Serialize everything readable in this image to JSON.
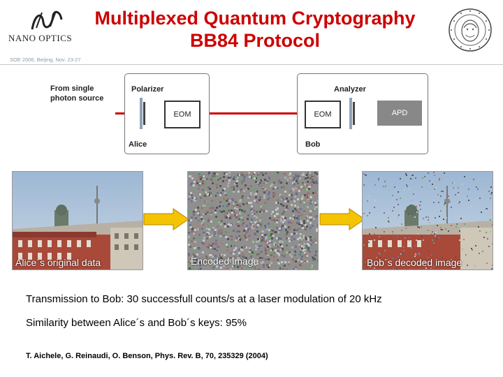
{
  "header": {
    "title_line1": "Multiplexed Quantum Cryptography",
    "title_line2": "BB84 Protocol",
    "logo_text": "NANO OPTICS",
    "conference": "SOE 2006, Beijing, Nov. 23-27"
  },
  "setup": {
    "source_label": "From single photon source",
    "polarizer_label": "Polarizer",
    "analyzer_label": "Analyzer",
    "alice_label": "Alice",
    "bob_label": "Bob",
    "eom_label": "EOM",
    "apd_label": "APD"
  },
  "images": {
    "alice_caption": "Alice´s original data",
    "encoded_caption": "Encoded image",
    "bob_caption": "Bob´s decoded image"
  },
  "results": {
    "transmission": "Transmission to Bob: 30 successfull counts/s at a laser modulation of 20 kHz",
    "similarity": "Similarity between Alice´s and Bob´s keys: 95%"
  },
  "reference": "T. Aichele, G. Reinaudi, O. Benson, Phys. Rev. B, 70, 235329 (2004)",
  "colors": {
    "title": "#cc0000",
    "arrow": "#f5c400",
    "laser": "#cc0000"
  }
}
